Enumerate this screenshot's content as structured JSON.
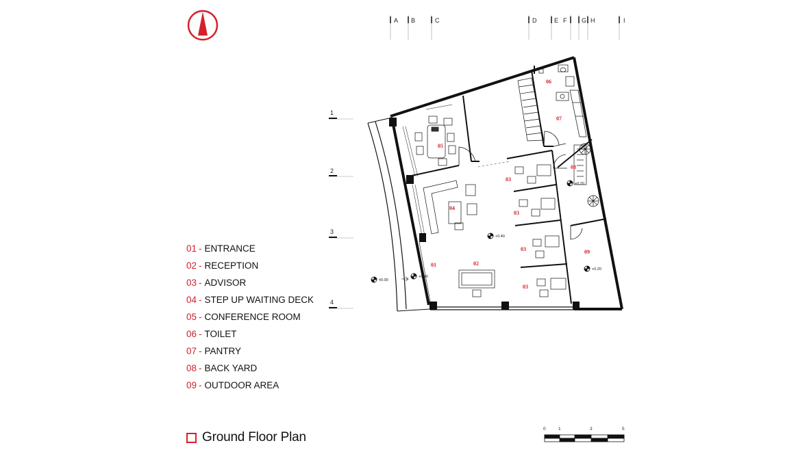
{
  "legend": [
    {
      "num": "01",
      "label": "ENTRANCE"
    },
    {
      "num": "02",
      "label": "RECEPTION"
    },
    {
      "num": "03",
      "label": "ADVISOR"
    },
    {
      "num": "04",
      "label": "STEP UP WAITING DECK"
    },
    {
      "num": "05",
      "label": "CONFERENCE ROOM"
    },
    {
      "num": "06",
      "label": "TOILET"
    },
    {
      "num": "07",
      "label": "PANTRY"
    },
    {
      "num": "08",
      "label": "BACK YARD"
    },
    {
      "num": "09",
      "label": "OUTDOOR AREA"
    }
  ],
  "legend_separator": "-",
  "title": "Ground Floor Plan",
  "grid_columns": [
    "A",
    "B",
    "C",
    "D",
    "E",
    "F",
    "G",
    "H",
    "I"
  ],
  "grid_rows": [
    "1",
    "2",
    "3",
    "4"
  ],
  "room_tags": {
    "entrance": "01",
    "reception": "02",
    "advisor_1": "03",
    "advisor_2": "03",
    "advisor_3": "03",
    "advisor_4": "03",
    "waiting_deck": "04",
    "conference": "05",
    "toilet": "06",
    "pantry": "07",
    "back_yard": "08",
    "outdoor": "09"
  },
  "levels": {
    "outside": "±0.00",
    "entrance": "+0.40",
    "hall": "+0.40",
    "back_yard": "+0.20",
    "outdoor": "+0.20"
  },
  "scale": [
    "0",
    "1",
    "3",
    "5"
  ],
  "colors": {
    "accent": "#d4202a",
    "ink": "#111111"
  },
  "north_icon": "north-arrow-icon"
}
